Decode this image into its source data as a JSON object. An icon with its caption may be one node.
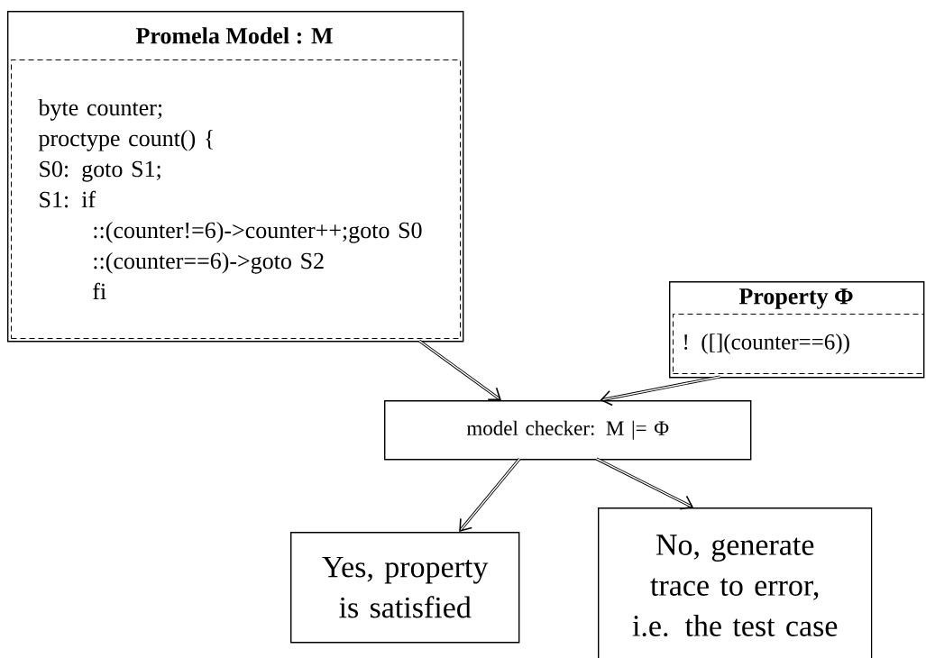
{
  "diagram": {
    "nodes": [
      {
        "text": [
          "Promela Model :  M"
        ]
      },
      {
        "text": [
          "byte counter;",
          "proctype count() {",
          "S0: goto S1;",
          "S1: if",
          "::(counter!=6)->counter++;goto S0",
          "::(counter==6)->goto S2",
          "fi"
        ],
        "in": 0
      },
      {
        "text": [
          "Property Φ"
        ]
      },
      {
        "text": [
          "! ([](counter==6))"
        ],
        "in": 2
      },
      {
        "text": [
          "model checker: M |= Φ"
        ]
      },
      {
        "text": [
          "Yes, property is satisfied"
        ]
      },
      {
        "text": [
          "No, generate trace to error, i.e. the test case"
        ]
      }
    ],
    "edges": [
      {
        "from": 0,
        "to": 4,
        "arrow": "to"
      },
      {
        "from": 2,
        "to": 4,
        "arrow": "to"
      },
      {
        "from": 4,
        "to": 5,
        "arrow": "to"
      },
      {
        "from": 4,
        "to": 6,
        "arrow": "to"
      }
    ]
  }
}
